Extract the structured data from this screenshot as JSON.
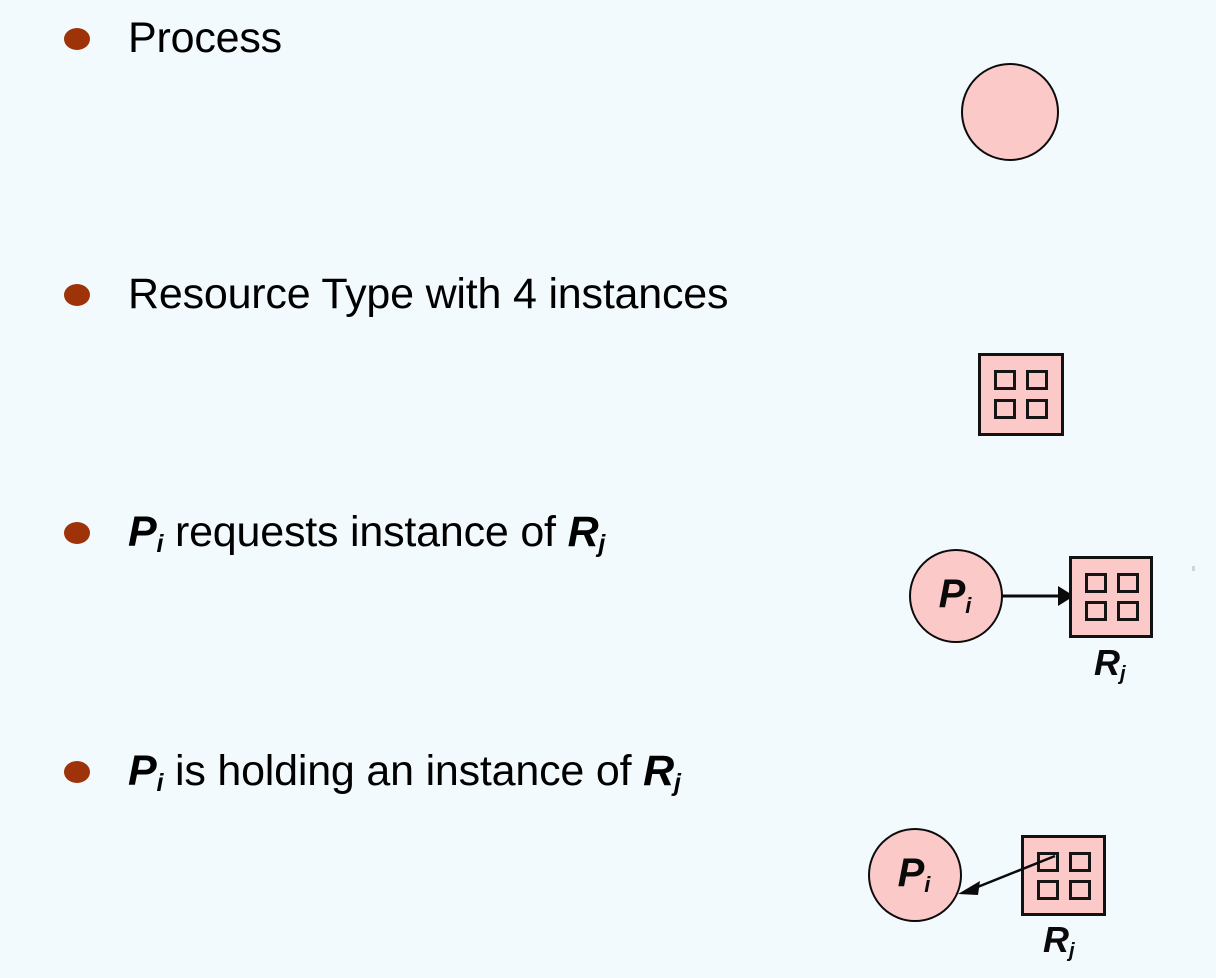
{
  "slide": {
    "background_color": "#f2fafd",
    "bullet_color": "#9e3309",
    "shape_fill_color": "#fbcac8",
    "shape_stroke_color": "#0b0b0b",
    "text_color": "#000000"
  },
  "bullets": [
    {
      "id": "process",
      "text": "Process",
      "prefix": "",
      "suffix": ""
    },
    {
      "id": "resource-type",
      "text": "Resource Type with 4 instances",
      "instance_count": "4"
    },
    {
      "id": "request",
      "var_p": "P",
      "sub_i": "i",
      "middle": " requests instance of ",
      "var_r": "R",
      "sub_j": "j"
    },
    {
      "id": "holding",
      "var_p": "P",
      "sub_i": "i",
      "middle": " is holding an instance of ",
      "var_r": "R",
      "sub_j": "j"
    }
  ],
  "graphics": {
    "process_circle": {
      "label": "",
      "description": "process-node"
    },
    "resource_box": {
      "label": "",
      "instances": [
        "instance-1",
        "instance-2",
        "instance-3",
        "instance-4"
      ]
    },
    "request_graph": {
      "process_label_var": "P",
      "process_label_sub": "i",
      "resource_label_var": "R",
      "resource_label_sub": "j",
      "edge_direction": "process-to-resource",
      "instances": [
        "instance-1",
        "instance-2",
        "instance-3",
        "instance-4"
      ]
    },
    "holding_graph": {
      "process_label_var": "P",
      "process_label_sub": "i",
      "resource_label_var": "R",
      "resource_label_sub": "j",
      "edge_direction": "resource-instance-to-process",
      "instances": [
        "instance-1",
        "instance-2",
        "instance-3",
        "instance-4"
      ]
    }
  }
}
